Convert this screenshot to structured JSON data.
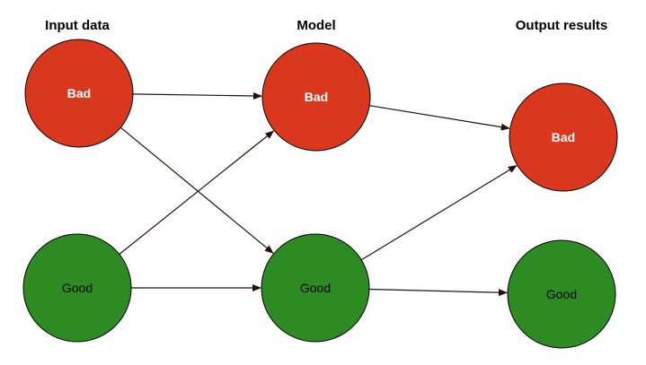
{
  "columns": {
    "input": "Input data",
    "model": "Model",
    "output": "Output results"
  },
  "nodes": {
    "input_bad": {
      "label": "Bad"
    },
    "input_good": {
      "label": "Good"
    },
    "model_bad": {
      "label": "Bad"
    },
    "model_good": {
      "label": "Good"
    },
    "output_bad": {
      "label": "Bad"
    },
    "output_good": {
      "label": "Good"
    }
  },
  "colors": {
    "bad": "#d9381e",
    "good": "#2e8b24",
    "edge": "#2a0f0f"
  },
  "edges": [
    {
      "from": "input_bad",
      "to": "model_bad"
    },
    {
      "from": "input_bad",
      "to": "model_good"
    },
    {
      "from": "input_good",
      "to": "model_bad"
    },
    {
      "from": "input_good",
      "to": "model_good"
    },
    {
      "from": "model_bad",
      "to": "output_bad"
    },
    {
      "from": "model_good",
      "to": "output_bad"
    },
    {
      "from": "model_good",
      "to": "output_good"
    }
  ]
}
